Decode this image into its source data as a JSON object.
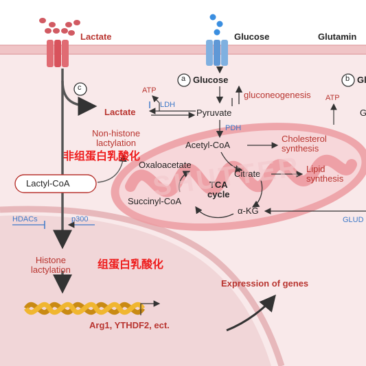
{
  "inputs": {
    "lactate": "Lactate",
    "glucose": "Glucose",
    "glutamine": "Glutamin"
  },
  "markers": {
    "a": "a",
    "b": "b",
    "c": "c"
  },
  "metabolites": {
    "glucose_inner": "Glucose",
    "lactate_inner": "Lactate",
    "pyruvate": "Pyruvate",
    "acetyl_coa": "Acetyl-CoA",
    "oxaloacetate": "Oxaloacetate",
    "citrate": "Citrate",
    "akg": "α-KG",
    "succinyl_coa": "Succinyl-CoA",
    "tca_cycle": "TCA\ncycle",
    "lactyl_coa": "Lactyl-CoA",
    "glu_cut": "G",
    "gl_cut": "Gl"
  },
  "enzymes": {
    "ldh": "LDH",
    "pdh": "PDH",
    "hdacs": "HDACs",
    "p300": "p300",
    "glud": "GLUD"
  },
  "processes": {
    "atp_left": "ATP",
    "atp_right": "ATP",
    "gluconeogenesis": "gluconeogenesis",
    "cholesterol": "Cholesterol\nsynthesis",
    "lipid": "Lipid\nsynthesis",
    "non_histone": "Non-histone\nlactylation",
    "histone": "Histone\nlactylation",
    "expression": "Expression of genes",
    "genes": "Arg1, YTHDF2, ect."
  },
  "annotations_cn": {
    "non_histone": "非组蛋白乳酸化",
    "histone": "组蛋白乳酸化"
  },
  "watermark": "SHUTTER"
}
